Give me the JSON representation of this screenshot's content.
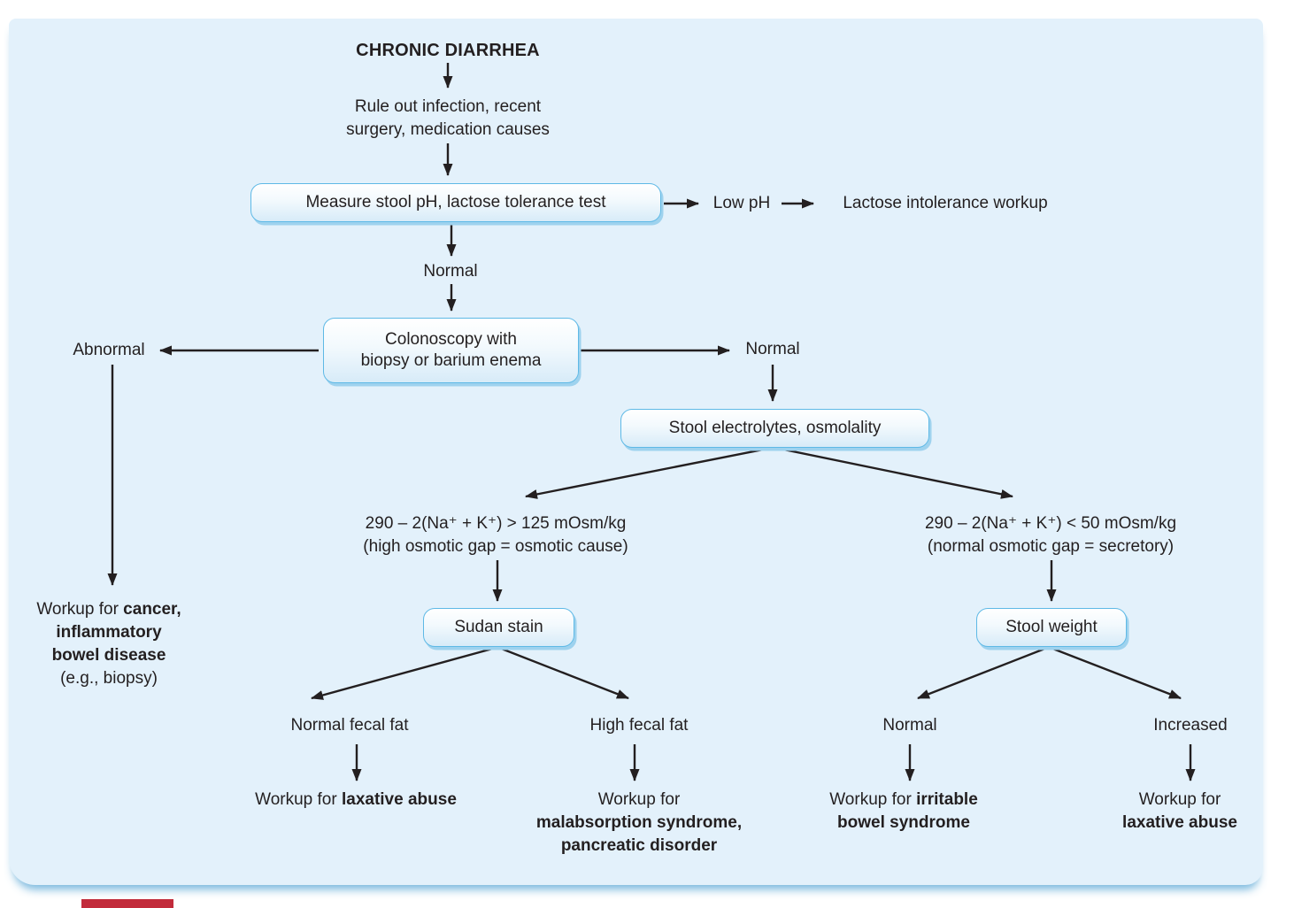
{
  "colors": {
    "panel_bg": "#e3f1fb",
    "box_border": "#5eb9e6",
    "box_fill_top": "#ffffff",
    "box_fill_bottom": "#d7ebf8",
    "box_shadow": "#9ed2ee",
    "text": "#231f20",
    "arrow": "#231f20",
    "accent_red": "#c22b3b"
  },
  "flowchart": {
    "title": "CHRONIC DIARRHEA",
    "rule_out": [
      [
        {
          "t": "Rule out infection, recent",
          "b": 0
        }
      ],
      [
        {
          "t": "surgery, medication causes",
          "b": 0
        }
      ]
    ],
    "measure_box": "Measure stool pH, lactose tolerance test",
    "low_ph": "Low pH",
    "lactose_workup": "Lactose intolerance workup",
    "normal_after_measure": "Normal",
    "colonoscopy_box": [
      [
        {
          "t": "Colonoscopy with",
          "b": 0
        }
      ],
      [
        {
          "t": "biopsy or barium enema",
          "b": 0
        }
      ]
    ],
    "abnormal": "Abnormal",
    "workup_cancer": [
      [
        {
          "t": "Workup for ",
          "b": 0
        },
        {
          "t": "cancer,",
          "b": 1
        }
      ],
      [
        {
          "t": "inflammatory",
          "b": 1
        }
      ],
      [
        {
          "t": "bowel disease",
          "b": 1
        }
      ],
      [
        {
          "t": "(e.g., biopsy)",
          "b": 0
        }
      ]
    ],
    "normal_after_colonoscopy": "Normal",
    "electrolytes_box": "Stool electrolytes, osmolality",
    "osmotic_high": [
      [
        {
          "t": "290 – 2(Na⁺ + K⁺) > 125 mOsm/kg",
          "b": 0
        }
      ],
      [
        {
          "t": "(high osmotic gap = osmotic cause)",
          "b": 0
        }
      ]
    ],
    "osmotic_normal": [
      [
        {
          "t": "290 – 2(Na⁺ + K⁺) < 50 mOsm/kg",
          "b": 0
        }
      ],
      [
        {
          "t": "(normal osmotic gap = secretory)",
          "b": 0
        }
      ]
    ],
    "sudan_box": "Sudan stain",
    "stool_weight_box": "Stool weight",
    "normal_fecal_fat": "Normal fecal fat",
    "high_fecal_fat": "High fecal fat",
    "stool_normal": "Normal",
    "stool_increased": "Increased",
    "workup_laxative_left": [
      [
        {
          "t": "Workup for ",
          "b": 0
        },
        {
          "t": "laxative abuse",
          "b": 1
        }
      ]
    ],
    "workup_malabsorption": [
      [
        {
          "t": "Workup for",
          "b": 0
        }
      ],
      [
        {
          "t": "malabsorption syndrome,",
          "b": 1
        }
      ],
      [
        {
          "t": "pancreatic disorder",
          "b": 1
        }
      ]
    ],
    "workup_ibs": [
      [
        {
          "t": "Workup for ",
          "b": 0
        },
        {
          "t": "irritable",
          "b": 1
        }
      ],
      [
        {
          "t": "bowel syndrome",
          "b": 1
        }
      ]
    ],
    "workup_laxative_right": [
      [
        {
          "t": "Workup for",
          "b": 0
        }
      ],
      [
        {
          "t": "laxative abuse",
          "b": 1
        }
      ]
    ]
  }
}
